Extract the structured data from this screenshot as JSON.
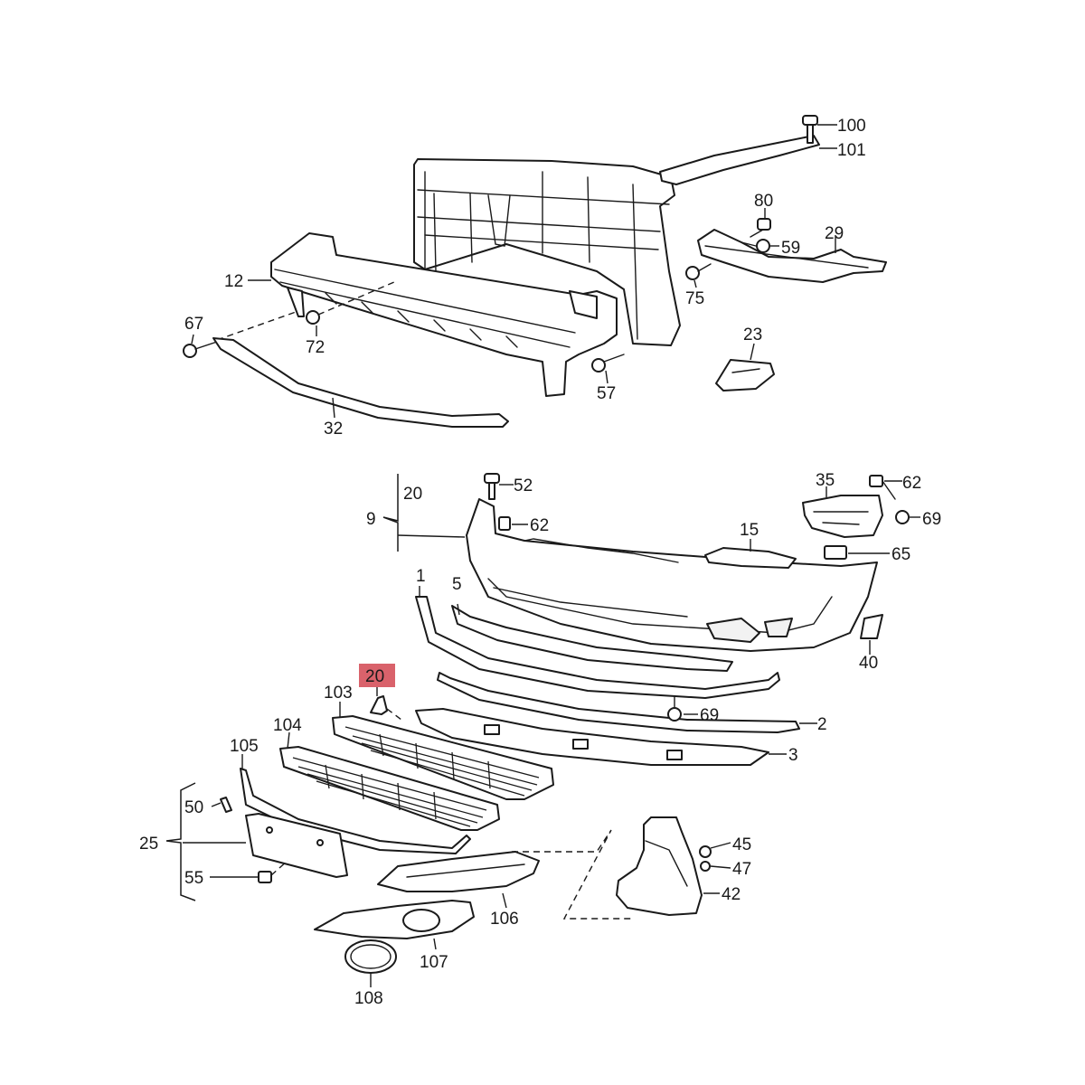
{
  "diagram": {
    "highlight": {
      "label": "20",
      "color": "#d9626b"
    },
    "callouts": [
      {
        "id": "c100",
        "label": "100"
      },
      {
        "id": "c101",
        "label": "101"
      },
      {
        "id": "c80",
        "label": "80"
      },
      {
        "id": "c59",
        "label": "59"
      },
      {
        "id": "c29",
        "label": "29"
      },
      {
        "id": "c75",
        "label": "75"
      },
      {
        "id": "c12",
        "label": "12"
      },
      {
        "id": "c67",
        "label": "67"
      },
      {
        "id": "c72",
        "label": "72"
      },
      {
        "id": "c57",
        "label": "57"
      },
      {
        "id": "c23",
        "label": "23"
      },
      {
        "id": "c32",
        "label": "32"
      },
      {
        "id": "c20a",
        "label": "20"
      },
      {
        "id": "c9",
        "label": "9"
      },
      {
        "id": "c52",
        "label": "52"
      },
      {
        "id": "c62a",
        "label": "62"
      },
      {
        "id": "c35",
        "label": "35"
      },
      {
        "id": "c62b",
        "label": "62"
      },
      {
        "id": "c69a",
        "label": "69"
      },
      {
        "id": "c15",
        "label": "15"
      },
      {
        "id": "c65",
        "label": "65"
      },
      {
        "id": "c1",
        "label": "1"
      },
      {
        "id": "c5",
        "label": "5"
      },
      {
        "id": "c40",
        "label": "40"
      },
      {
        "id": "c103",
        "label": "103"
      },
      {
        "id": "c69b",
        "label": "69"
      },
      {
        "id": "c2",
        "label": "2"
      },
      {
        "id": "c3",
        "label": "3"
      },
      {
        "id": "c104",
        "label": "104"
      },
      {
        "id": "c105",
        "label": "105"
      },
      {
        "id": "c50",
        "label": "50"
      },
      {
        "id": "c25",
        "label": "25"
      },
      {
        "id": "c55",
        "label": "55"
      },
      {
        "id": "c45",
        "label": "45"
      },
      {
        "id": "c47",
        "label": "47"
      },
      {
        "id": "c42",
        "label": "42"
      },
      {
        "id": "c106",
        "label": "106"
      },
      {
        "id": "c107",
        "label": "107"
      },
      {
        "id": "c108",
        "label": "108"
      }
    ]
  }
}
